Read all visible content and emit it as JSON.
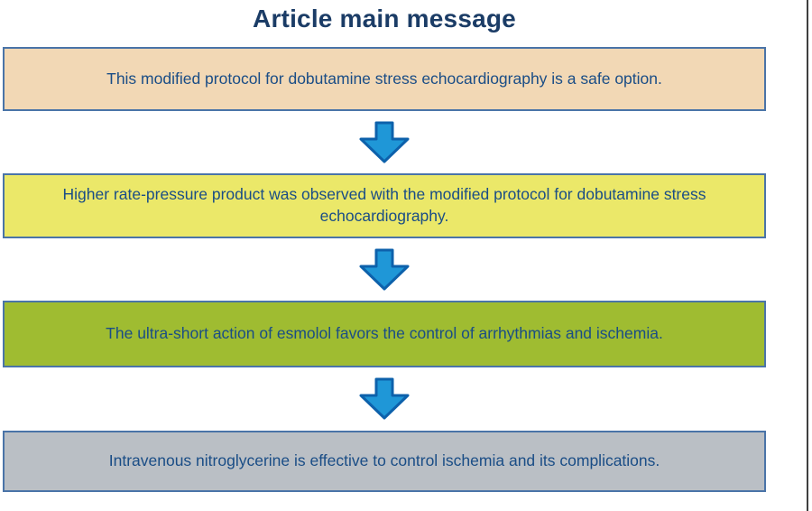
{
  "title": "Article main message",
  "colors": {
    "title-color": "#1b3c66",
    "text-color": "#1a4d86",
    "box-border": "#4a74a8",
    "arrow-fill": "#1f97d7",
    "arrow-stroke": "#0d61ab",
    "frame-line": "#3f3f3f"
  },
  "boxes": [
    {
      "text": "This modified protocol for dobutamine stress echocardiography is a safe option.",
      "fill": "#f2d8b5"
    },
    {
      "text": "Higher rate-pressure product was observed with the modified protocol for dobutamine stress echocardiography.",
      "fill": "#ebe869"
    },
    {
      "text": "The ultra-short action of esmolol favors the control of arrhythmias and ischemia.",
      "fill": "#9fbc31"
    },
    {
      "text": "Intravenous nitroglycerine is effective to control ischemia and its complications.",
      "fill": "#babfc5"
    }
  ],
  "arrows": [
    {
      "icon": "down-arrow-icon"
    },
    {
      "icon": "down-arrow-icon"
    },
    {
      "icon": "down-arrow-icon"
    }
  ]
}
